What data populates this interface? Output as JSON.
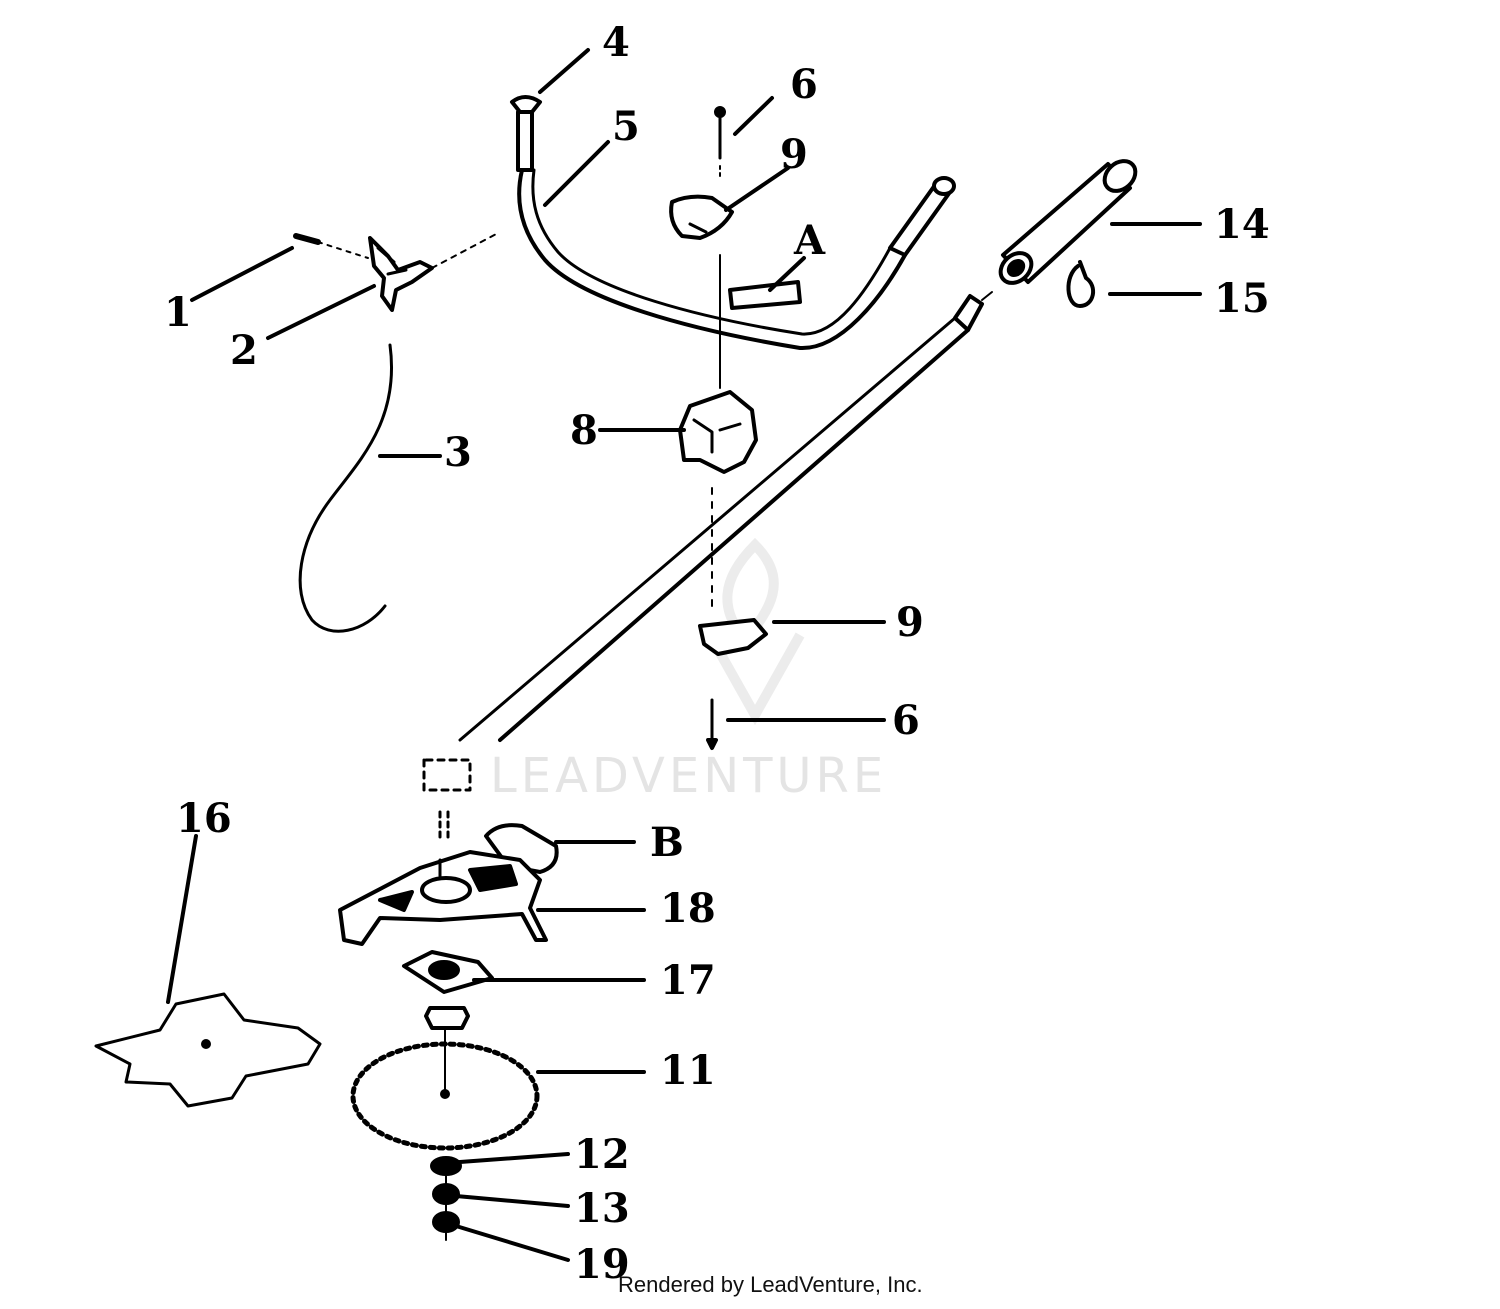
{
  "diagram": {
    "callouts": {
      "p1": "1",
      "p2": "2",
      "p3": "3",
      "p4": "4",
      "p5": "5",
      "p6_top": "6",
      "p9_top": "9",
      "pA": "A",
      "p8": "8",
      "p14": "14",
      "p15": "15",
      "p9_mid": "9",
      "p6_mid": "6",
      "p16": "16",
      "pB": "B",
      "p18": "18",
      "p17": "17",
      "p11": "11",
      "p12": "12",
      "p13": "13",
      "p19": "19"
    },
    "colors": {
      "line": "#000000",
      "watermark": "#e4e4e4",
      "background": "#ffffff"
    }
  },
  "watermark": {
    "text": "LEADVENTURE"
  },
  "footer": {
    "credit": "Rendered by LeadVenture, Inc."
  }
}
